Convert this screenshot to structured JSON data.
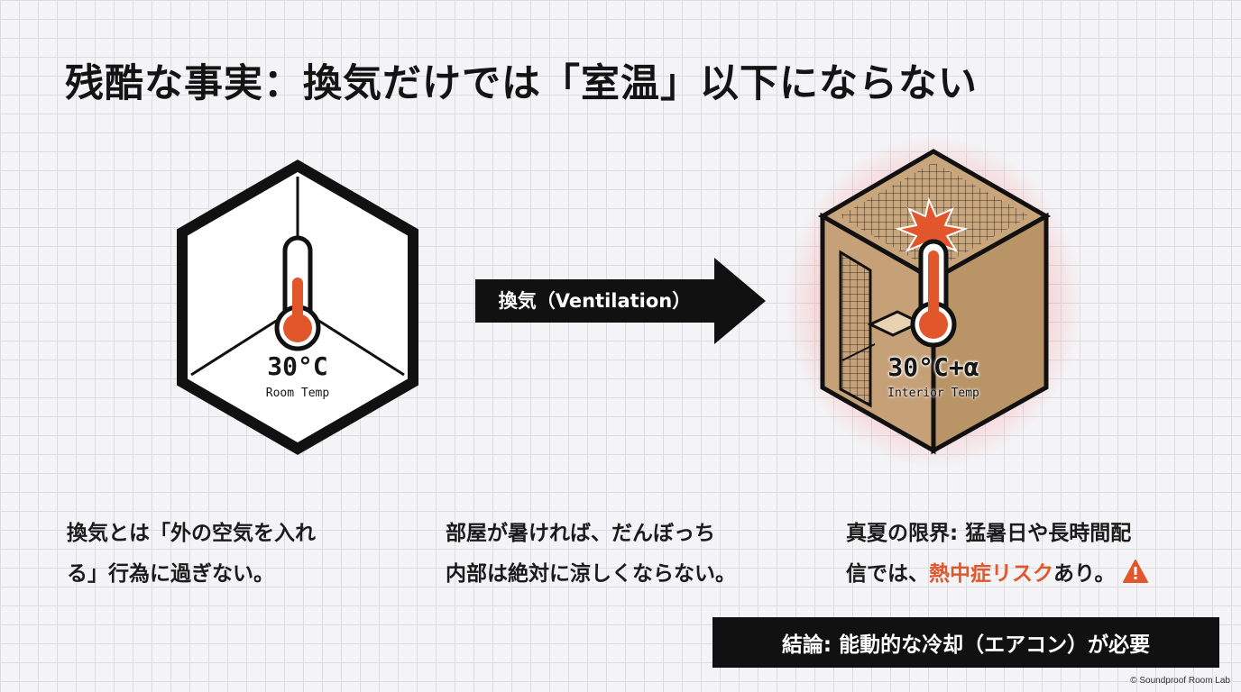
{
  "title": "残酷な事実：換気だけでは「室温」以下にならない",
  "left_panel": {
    "temp": "30°C",
    "label": "Room Temp"
  },
  "arrow": {
    "label": "換気（Ventilation）"
  },
  "right_panel": {
    "temp": "30°C+α",
    "label": "Interior Temp"
  },
  "descriptions": [
    {
      "lines": [
        "換気とは「外の空気を入れ",
        "る」行為に過ぎない。"
      ]
    },
    {
      "lines": [
        "部屋が暑ければ、だんぼっち",
        "内部は絶対に涼しくならない。"
      ]
    },
    {
      "line1": "真夏の限界: 猛暑日や長時間配",
      "line2_pre": "信では、",
      "line2_risk": "熱中症リスク",
      "line2_post": "あり。"
    }
  ],
  "conclusion": "結論: 能動的な冷却（エアコン）が必要",
  "credit": "© Soundproof Room Lab",
  "colors": {
    "accent_red": "#e2562b",
    "cardboard": "#c9a57c",
    "glow": "#ff6464"
  }
}
